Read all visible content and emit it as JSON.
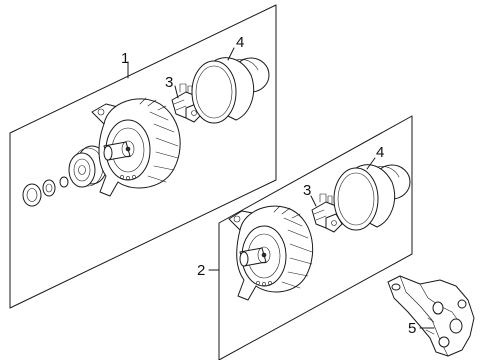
{
  "callouts": {
    "c1": "1",
    "c2": "2",
    "c3a": "3",
    "c3b": "3",
    "c4a": "4",
    "c4b": "4",
    "c5": "5"
  }
}
